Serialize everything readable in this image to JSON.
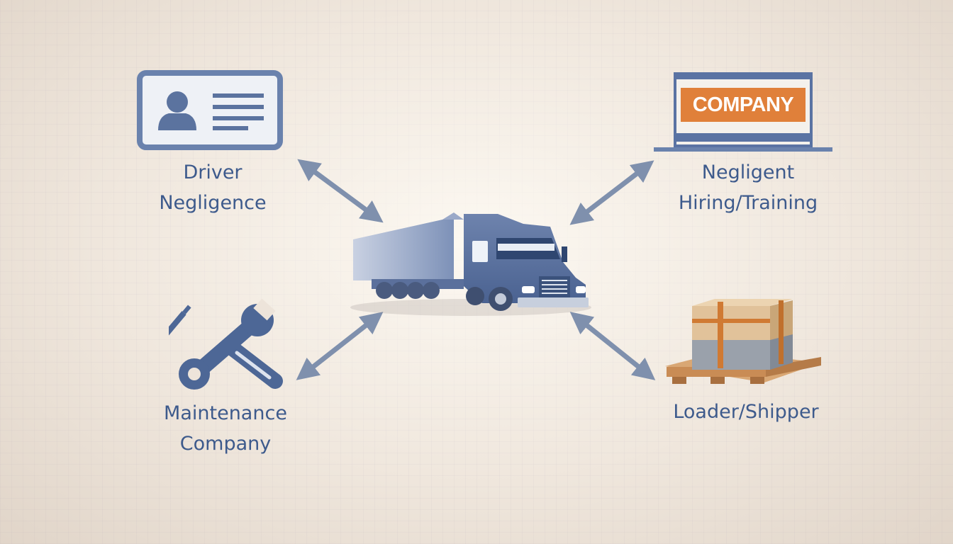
{
  "colors": {
    "label": "#3d5a8c",
    "icon_blue": "#5b739f",
    "arrow": "#7f90ad",
    "accent_orange": "#e0803a",
    "box_tan": "#dcbc92",
    "pallet": "#c98c55"
  },
  "center": {
    "icon": "semi-truck-icon"
  },
  "nodes": {
    "driver": {
      "icon": "driver-id-card-icon",
      "label_line1": "Driver",
      "label_line2": "Negligence"
    },
    "company": {
      "icon": "company-sign-icon",
      "sign_text": "COMPANY",
      "label_line1": "Negligent",
      "label_line2": "Hiring/Training"
    },
    "maintenance": {
      "icon": "wrench-screwdriver-icon",
      "label_line1": "Maintenance",
      "label_line2": "Company"
    },
    "loader": {
      "icon": "cargo-pallet-icon",
      "label_line1": "Loader/Shipper"
    }
  }
}
